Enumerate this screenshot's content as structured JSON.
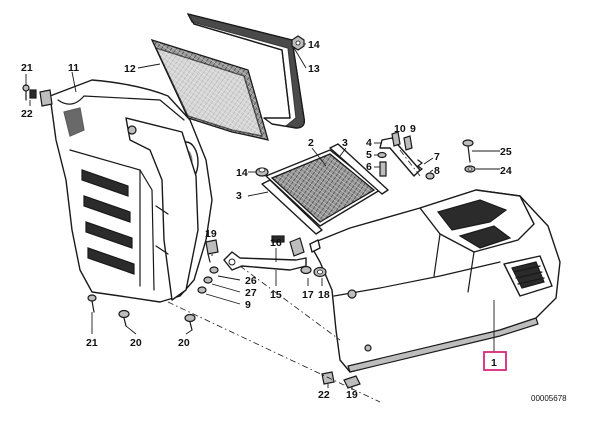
{
  "callouts": {
    "c1": "1",
    "c2": "2",
    "c3a": "3",
    "c3b": "3",
    "c4": "4",
    "c5": "5",
    "c6": "6",
    "c7": "7",
    "c8": "8",
    "c9a": "9",
    "c9b": "9",
    "c10": "10",
    "c11": "11",
    "c12": "12",
    "c13": "13",
    "c14a": "14",
    "c14b": "14",
    "c15": "15",
    "c16": "16",
    "c17": "17",
    "c18": "18",
    "c19a": "19",
    "c19b": "19",
    "c20a": "20",
    "c20b": "20",
    "c21a": "21",
    "c21b": "21",
    "c22a": "22",
    "c22b": "22",
    "c24": "24",
    "c25": "25",
    "c26": "26",
    "c27": "27"
  },
  "reference_number": "00005678",
  "highlight_color": "#d6287e"
}
